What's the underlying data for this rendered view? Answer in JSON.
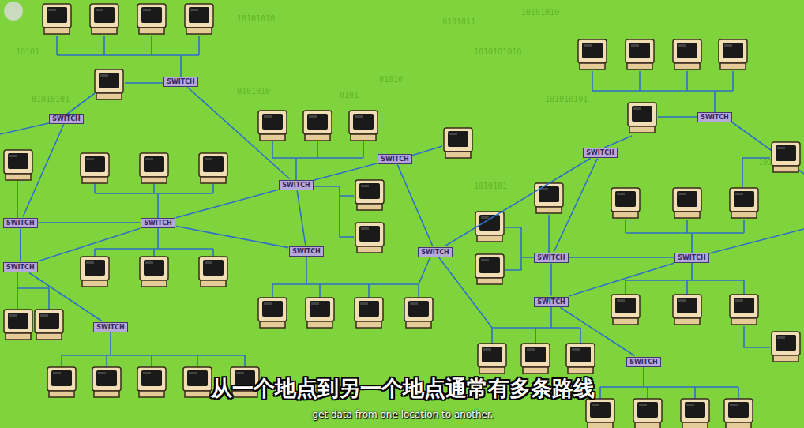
{
  "diagram": {
    "caption": "从一个地点到另一个地点通常有多条路线",
    "nodes": [
      {
        "text": [
          "SWITCH"
        ]
      },
      {
        "text": [
          "SWITCH"
        ]
      },
      {
        "text": [
          "SWITCH"
        ]
      },
      {
        "text": [
          "SWITCH"
        ]
      },
      {
        "text": [
          "SWITCH"
        ]
      },
      {
        "text": [
          "SWITCH"
        ]
      },
      {
        "text": [
          "SWITCH"
        ]
      },
      {
        "text": [
          "SWITCH"
        ]
      },
      {
        "text": [
          "SWITCH"
        ]
      },
      {
        "text": [
          "SWITCH"
        ]
      },
      {
        "text": [
          "SWITCH"
        ]
      },
      {
        "text": [
          "SWITCH"
        ]
      },
      {
        "text": [
          "SWITCH"
        ]
      },
      {
        "text": [
          "SWITCH"
        ]
      },
      {
        "text": [
          "SWITCH"
        ]
      },
      {
        "text": [
          "SWITCH"
        ]
      }
    ],
    "edges": [
      {
        "from": 0,
        "to": 4,
        "arrow": "none"
      },
      {
        "from": 1,
        "to": 2,
        "arrow": "none"
      },
      {
        "from": 2,
        "to": 3,
        "arrow": "none"
      },
      {
        "from": 2,
        "to": 6,
        "arrow": "none"
      },
      {
        "from": 3,
        "to": 4,
        "arrow": "none"
      },
      {
        "from": 3,
        "to": 8,
        "arrow": "none"
      },
      {
        "from": 3,
        "to": 6,
        "arrow": "none"
      },
      {
        "from": 6,
        "to": 7,
        "arrow": "none"
      },
      {
        "from": 4,
        "to": 5,
        "arrow": "none"
      },
      {
        "from": 4,
        "to": 8,
        "arrow": "none"
      },
      {
        "from": 5,
        "to": 9,
        "arrow": "none"
      },
      {
        "from": 9,
        "to": 10,
        "arrow": "none"
      },
      {
        "from": 10,
        "to": 12,
        "arrow": "none"
      },
      {
        "from": 12,
        "to": 13,
        "arrow": "none"
      },
      {
        "from": 12,
        "to": 14,
        "arrow": "none"
      },
      {
        "from": 14,
        "to": 13,
        "arrow": "none"
      },
      {
        "from": 14,
        "to": 15,
        "arrow": "none"
      }
    ],
    "labels": [
      "get data from one location to another.",
      "10101010",
      "0101011",
      "1010101010",
      "01010",
      "101010101",
      "0101",
      "10101",
      "1010101",
      "01010101",
      "101",
      "0101010",
      "10101010"
    ]
  }
}
